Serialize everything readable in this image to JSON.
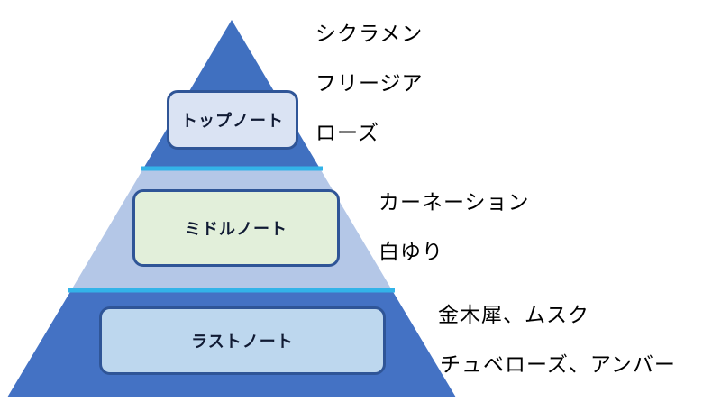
{
  "diagram": {
    "title": "fragrance-note-pyramid",
    "tiers": [
      {
        "label": "トップノート",
        "notes": [
          "シクラメン",
          "フリージア",
          "ローズ"
        ]
      },
      {
        "label": "ミドルノート",
        "notes": [
          "カーネーション",
          "白ゆり"
        ]
      },
      {
        "label": "ラストノート",
        "notes": [
          "金木犀、ムスク",
          "チュベローズ、アンバー"
        ]
      }
    ],
    "colors": {
      "top_tier_fill": "#4070C0",
      "middle_tier_fill": "#B4C7E7",
      "bottom_tier_fill": "#4472C4",
      "divider": "#33B3E8",
      "top_box_fill": "#DAE3F3",
      "middle_box_fill": "#E2EFDA",
      "bottom_box_fill": "#BDD7EE",
      "box_border": "#2F5597",
      "note_text": "#000000"
    }
  }
}
